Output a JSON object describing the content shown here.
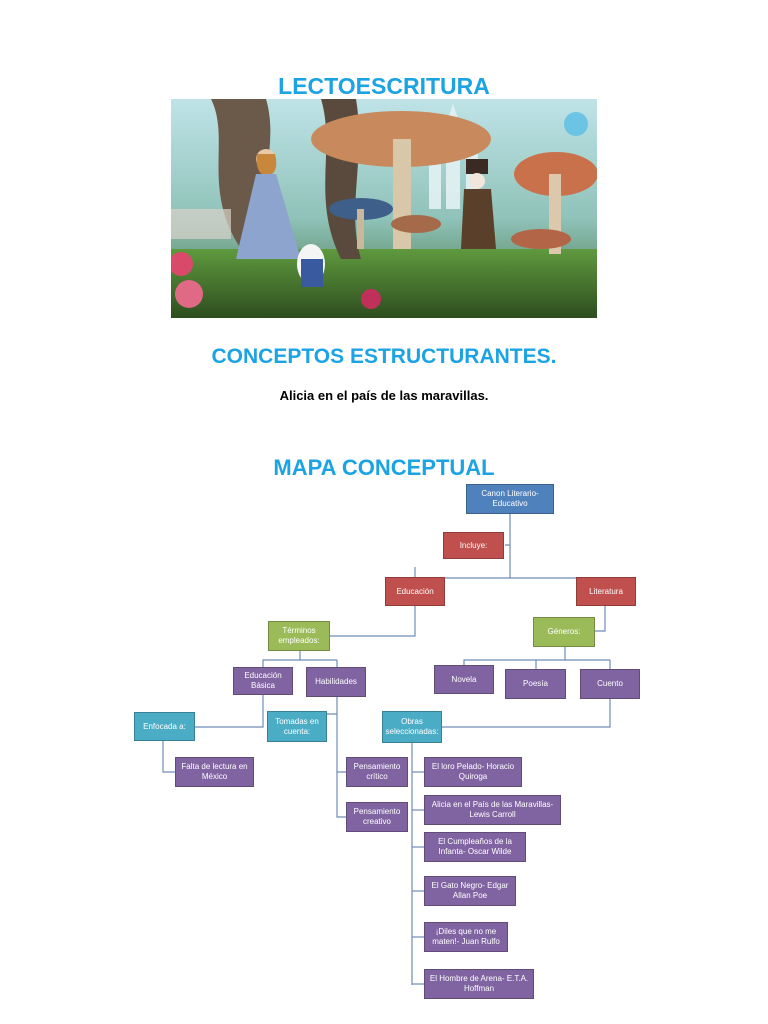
{
  "title": "LECTOESCRITURA",
  "section_heading": "CONCEPTOS ESTRUCTURANTES.",
  "subtitle": "Alicia en el país de las maravillas.",
  "map_heading": "MAPA CONCEPTUAL",
  "colors": {
    "heading": "#1ca3e4",
    "blue_node": "#4f81bd",
    "red_node": "#c0504d",
    "green_node": "#9bbb59",
    "purple_node": "#8064a2",
    "teal_node": "#4bacc6"
  },
  "concept_map": {
    "canon": "Canon Literario-Educativo",
    "incluye": "Incluye:",
    "educacion": "Educación",
    "literatura": "Literatura",
    "terminos": "Términos empleados:",
    "generos": "Géneros:",
    "educacion_basica": "Educación Básica",
    "habilidades": "Habilidades",
    "novela": "Novela",
    "poesia": "Poesía",
    "cuento": "Cuento",
    "enfocada": "Enfocada a:",
    "tomadas": "Tomadas en cuenta:",
    "obras": "Obras seleccionadas:",
    "falta_lectura": "Falta de lectura en México",
    "pensamiento_critico": "Pensamiento crítico",
    "pensamiento_creativo": "Pensamiento creativo",
    "obra_1": "El loro Pelado- Horacio Quiroga",
    "obra_2": "Alicia en el País de las Maravillas- Lewis Carroll",
    "obra_3": "El Cumpleaños de la Infanta- Oscar Wilde",
    "obra_4": "El Gato Negro- Edgar Allan Poe",
    "obra_5": "¡Diles que no me maten!- Juan Rulfo",
    "obra_6": "El Hombre de Arena- E.T.A. Hoffman"
  }
}
